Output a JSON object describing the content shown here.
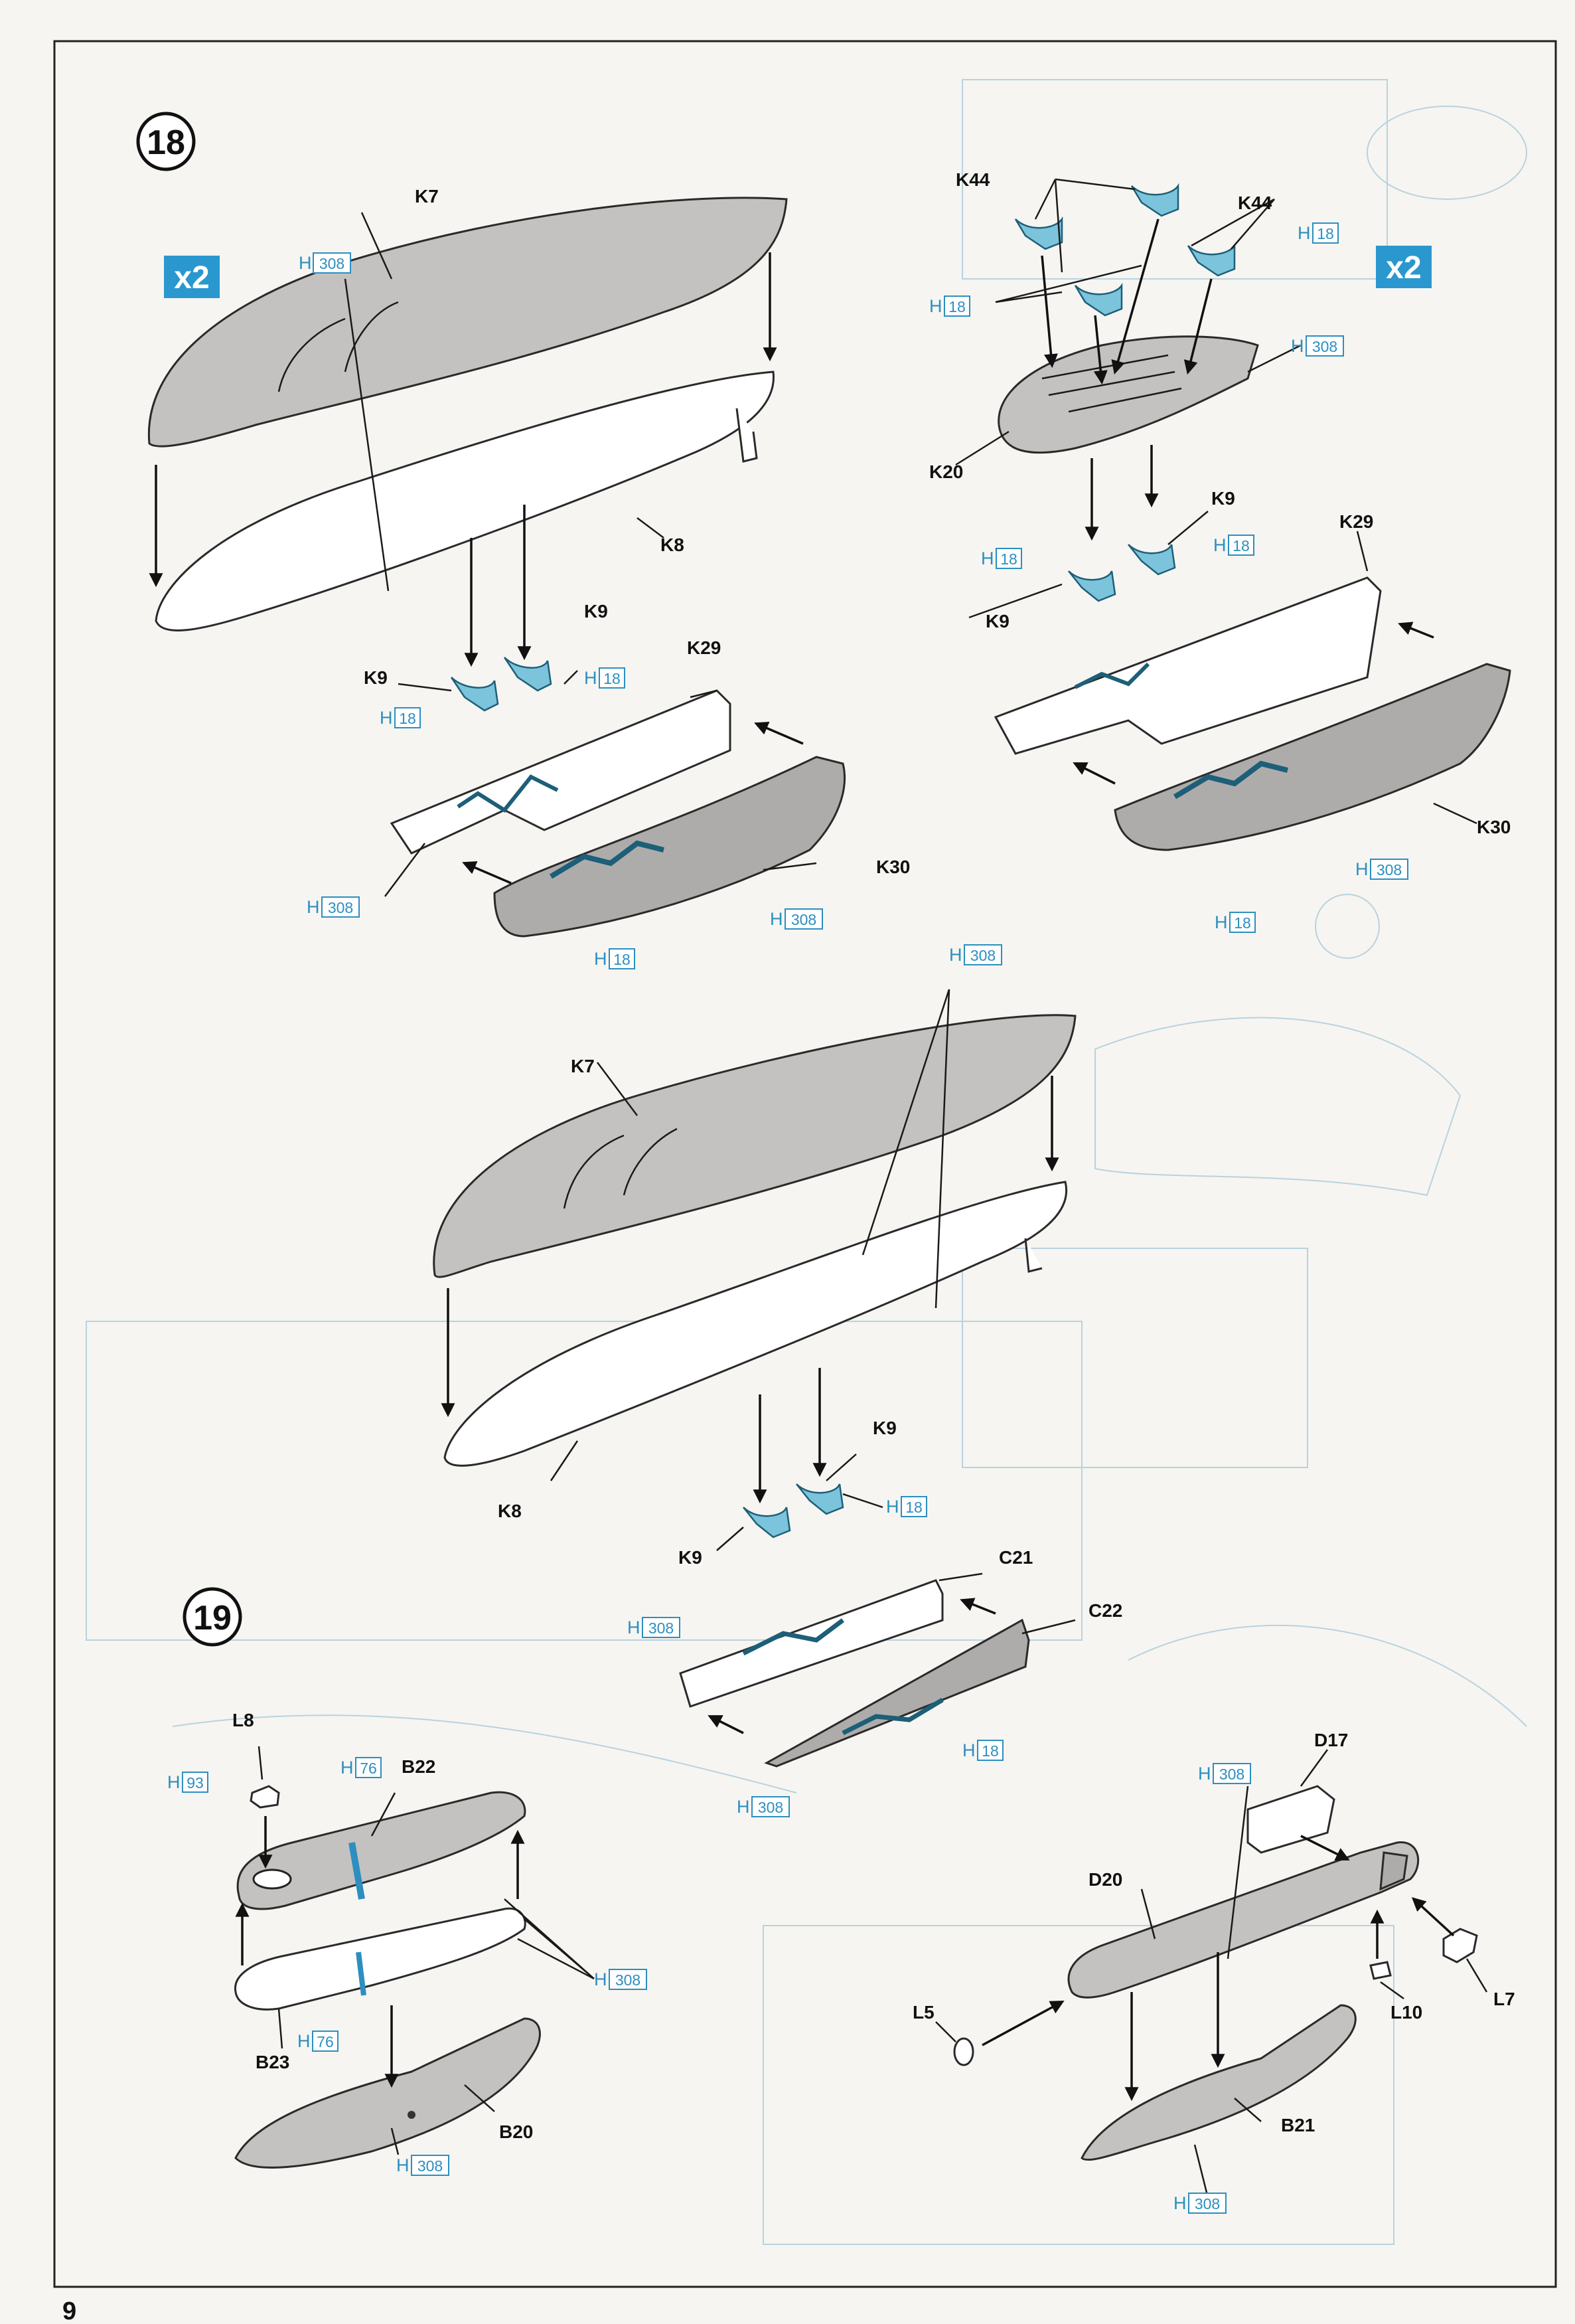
{
  "page_number": "9",
  "steps": [
    {
      "number": "18",
      "multiplier": "x2",
      "labels": [
        "K7",
        "K8",
        "K9",
        "K9",
        "K29",
        "K30",
        "K44",
        "K44",
        "K20",
        "K9",
        "K9",
        "K29",
        "K30",
        "K7",
        "K8",
        "K9",
        "K9",
        "C21",
        "C22"
      ],
      "paint_codes": [
        {
          "prefix": "H",
          "code": "308"
        },
        {
          "prefix": "H",
          "code": "18"
        },
        {
          "prefix": "H",
          "code": "18"
        },
        {
          "prefix": "H",
          "code": "308"
        },
        {
          "prefix": "H",
          "code": "308"
        },
        {
          "prefix": "H",
          "code": "18"
        },
        {
          "prefix": "H",
          "code": "18"
        },
        {
          "prefix": "H",
          "code": "18"
        },
        {
          "prefix": "H",
          "code": "308"
        },
        {
          "prefix": "H",
          "code": "18"
        },
        {
          "prefix": "H",
          "code": "18"
        },
        {
          "prefix": "H",
          "code": "308"
        },
        {
          "prefix": "H",
          "code": "18"
        },
        {
          "prefix": "H",
          "code": "308"
        },
        {
          "prefix": "H",
          "code": "18"
        },
        {
          "prefix": "H",
          "code": "308"
        },
        {
          "prefix": "H",
          "code": "18"
        },
        {
          "prefix": "H",
          "code": "308"
        }
      ]
    },
    {
      "number": "19",
      "labels": [
        "L8",
        "B22",
        "B23",
        "B20",
        "D17",
        "D20",
        "L5",
        "L7",
        "L10",
        "B21"
      ],
      "paint_codes": [
        {
          "prefix": "H",
          "code": "93"
        },
        {
          "prefix": "H",
          "code": "76"
        },
        {
          "prefix": "H",
          "code": "308"
        },
        {
          "prefix": "H",
          "code": "76"
        },
        {
          "prefix": "H",
          "code": "308"
        },
        {
          "prefix": "H",
          "code": "308"
        },
        {
          "prefix": "H",
          "code": "308"
        }
      ]
    }
  ],
  "colors": {
    "paint_callout": "#2c8fc0",
    "part_blue": "#7cc3dc",
    "part_grey": "#c4c2c0",
    "multiplier_badge": "#2a98cf"
  }
}
